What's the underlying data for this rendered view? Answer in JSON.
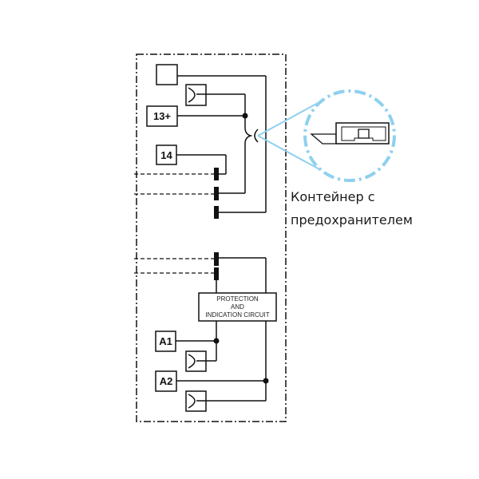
{
  "diagram": {
    "terminals": {
      "t_blank": "",
      "t13": "13+",
      "t14": "14",
      "a1": "A1",
      "a2": "A2"
    },
    "protection_block": {
      "line1": "PROTECTION",
      "line2": "AND",
      "line3": "INDICATION CIRCUIT"
    },
    "caption": {
      "line1": "Контейнер с",
      "line2": "предохранителем"
    },
    "colors": {
      "line": "#111111",
      "callout": "#8fd0ef"
    }
  }
}
